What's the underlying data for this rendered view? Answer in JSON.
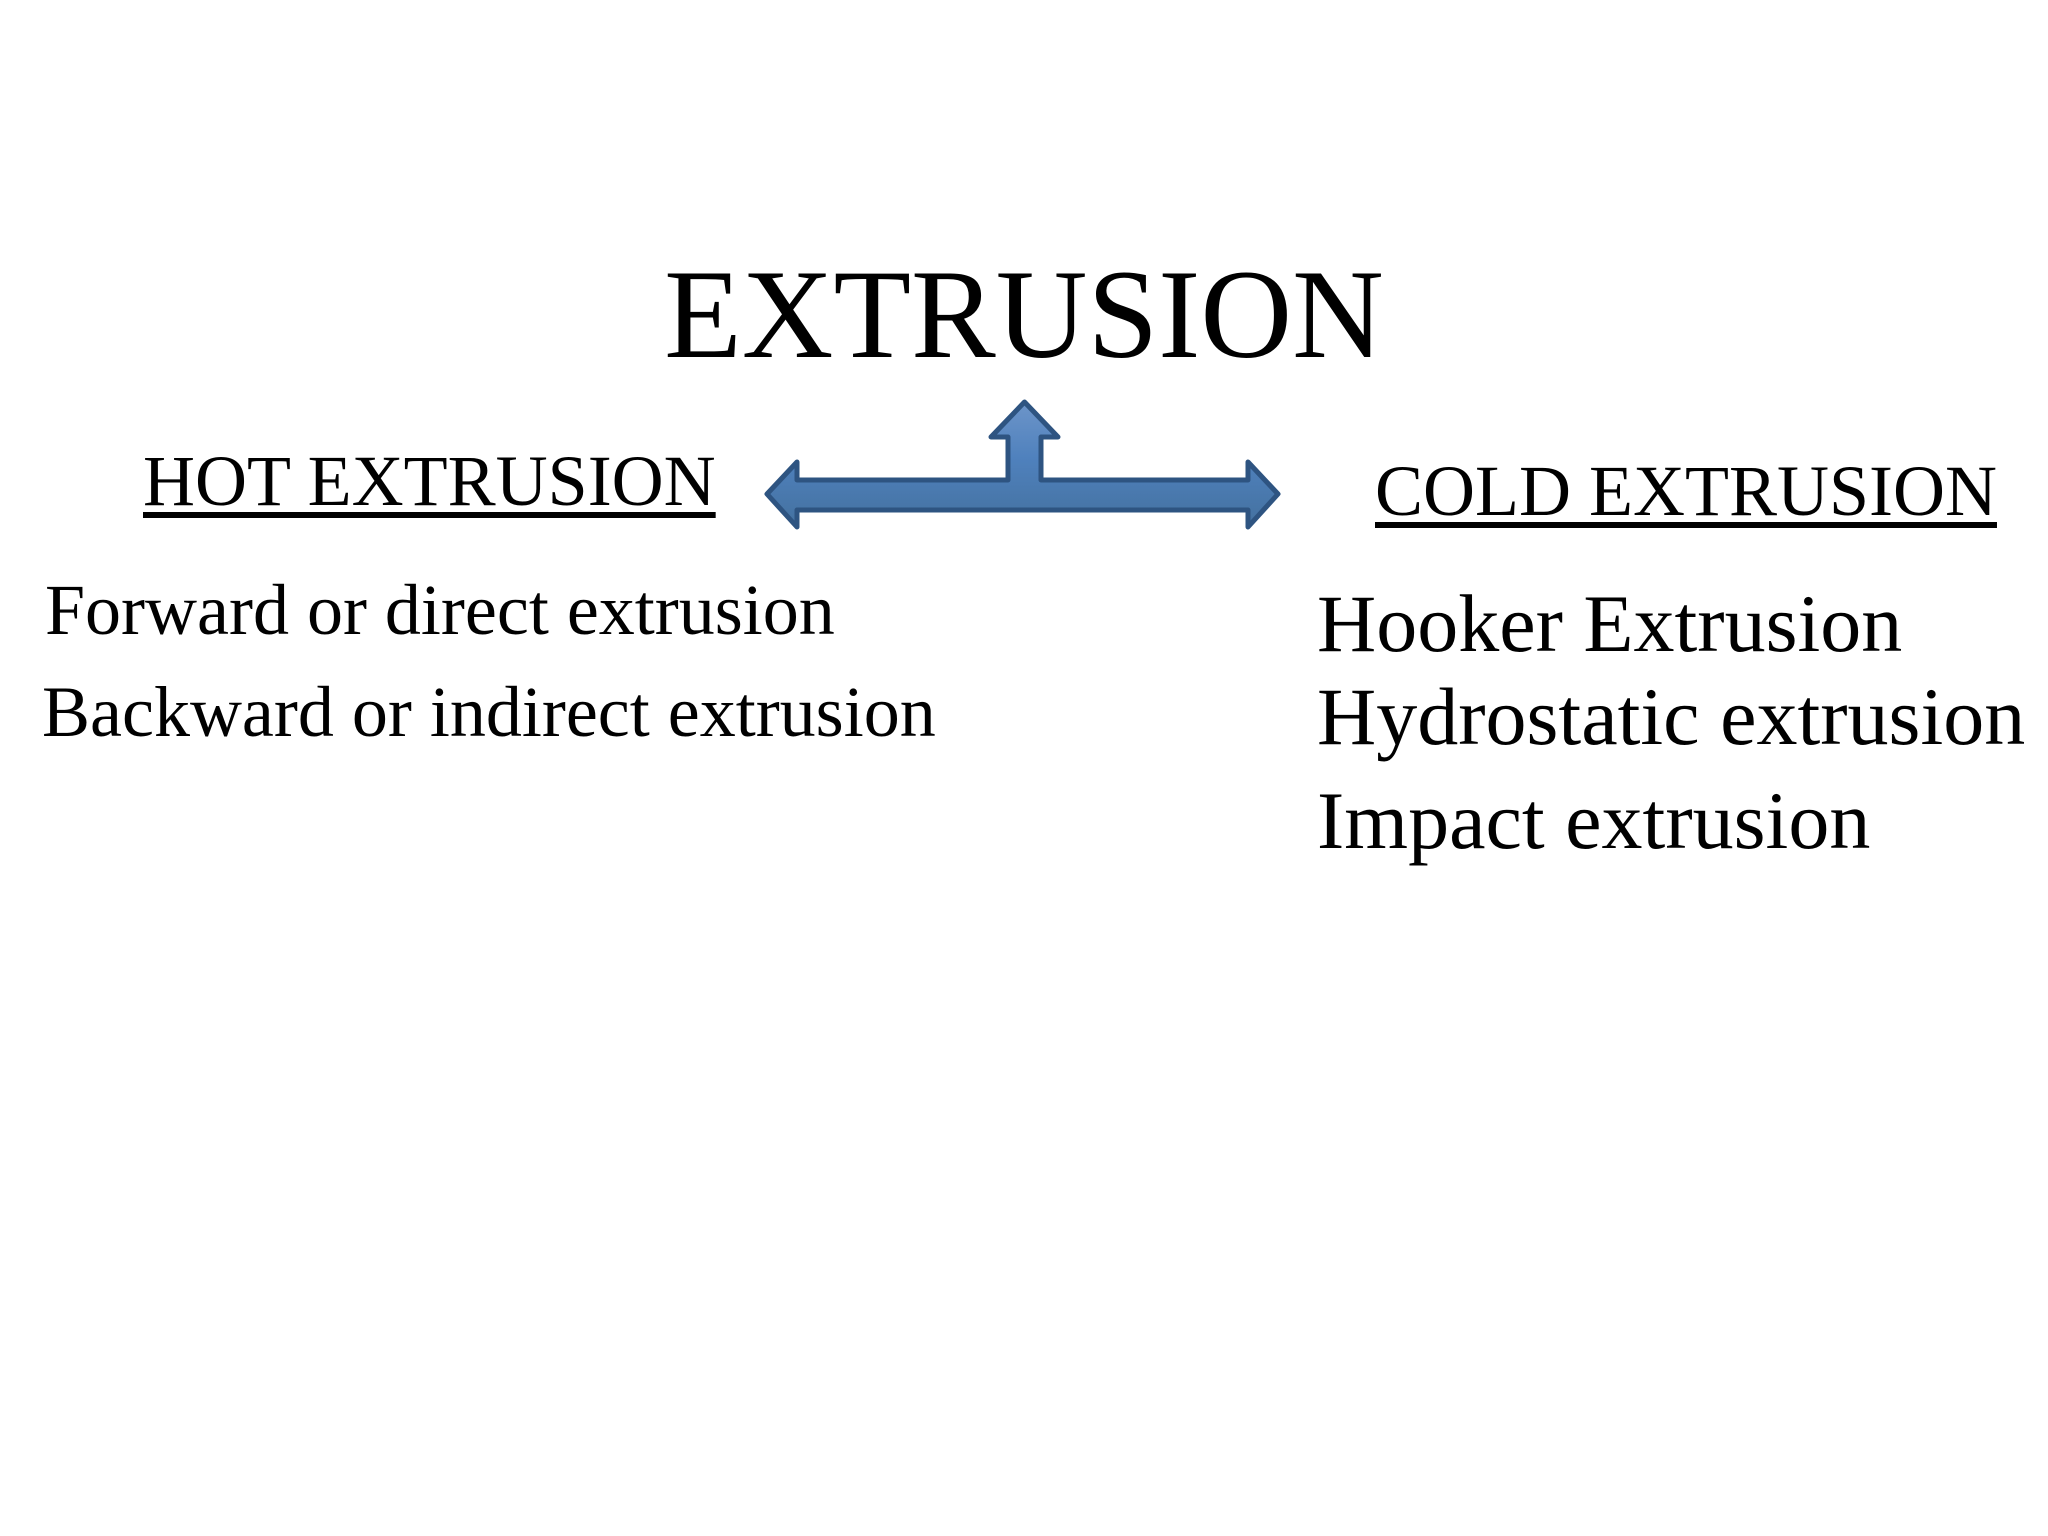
{
  "slide": {
    "title": "EXTRUSION",
    "branches": {
      "hot": {
        "heading": "HOT EXTRUSION",
        "items": [
          "Forward or direct extrusion",
          "Backward or indirect extrusion"
        ]
      },
      "cold": {
        "heading": "COLD EXTRUSION",
        "items": [
          "Hooker Extrusion",
          "Hydrostatic extrusion",
          "Impact extrusion"
        ]
      }
    },
    "connector": {
      "icon": "three-way-arrow",
      "fill_light": "#6d95c9",
      "fill": "#4f81bd",
      "fill_dark": "#44719f",
      "stroke": "#2e5481"
    }
  }
}
